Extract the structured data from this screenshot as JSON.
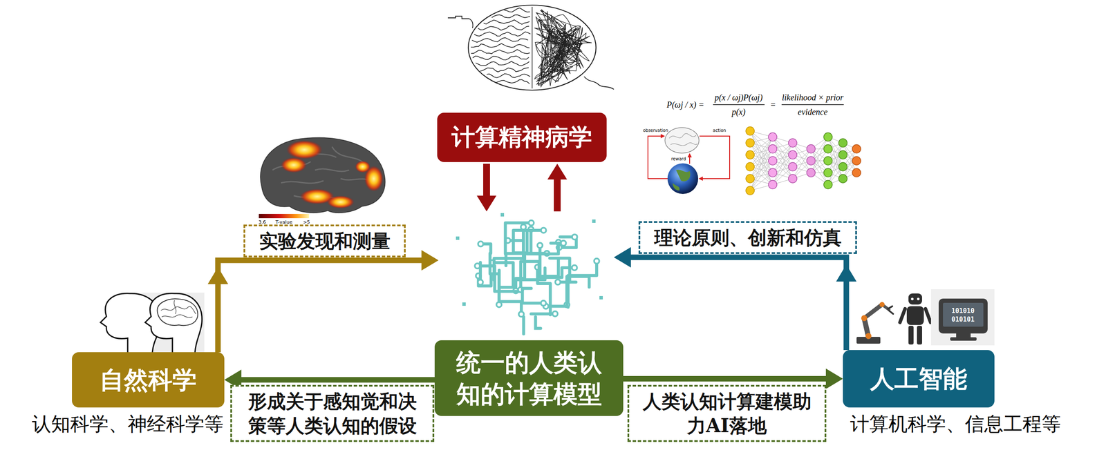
{
  "diagram": {
    "nodes": [
      {
        "text": [
          "计算精神病学"
        ]
      },
      {
        "text": [
          "实验发现和测量"
        ]
      },
      {
        "text": [
          "理论原则、创新和仿真"
        ]
      },
      {
        "text": [
          "自然科学",
          "认知科学、神经科学等"
        ]
      },
      {
        "text": [
          "统一的人类认知的计算模型"
        ]
      },
      {
        "text": [
          "人工智能",
          "计算机科学、信息工程等"
        ]
      },
      {
        "text": [
          "形成关于感知觉和决策等人类认知的假设"
        ]
      },
      {
        "text": [
          "人类认知计算建模助力AI落地"
        ]
      }
    ],
    "edges": [
      {
        "from": 4,
        "to": 3,
        "arrow": "to"
      },
      {
        "from": 4,
        "to": 5,
        "arrow": "to"
      }
    ],
    "labels": [
      "P(ωj / x) =",
      "p(x / ωj)P(ωj)",
      "p(x)",
      "=",
      "likelihood × prior",
      "evidence",
      "observation",
      "action",
      "reward",
      "3.6",
      "T-value",
      ">5",
      "101010",
      "010101"
    ]
  }
}
